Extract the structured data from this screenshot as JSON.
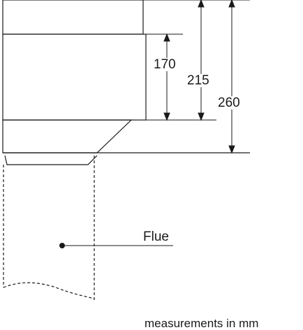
{
  "dimensions": {
    "inner_height": "170",
    "middle_height": "215",
    "outer_height": "260"
  },
  "callouts": {
    "flue": "Flue"
  },
  "footer": {
    "units": "measurements in mm"
  },
  "colors": {
    "stroke": "#1a1a1a",
    "background": "#ffffff"
  }
}
